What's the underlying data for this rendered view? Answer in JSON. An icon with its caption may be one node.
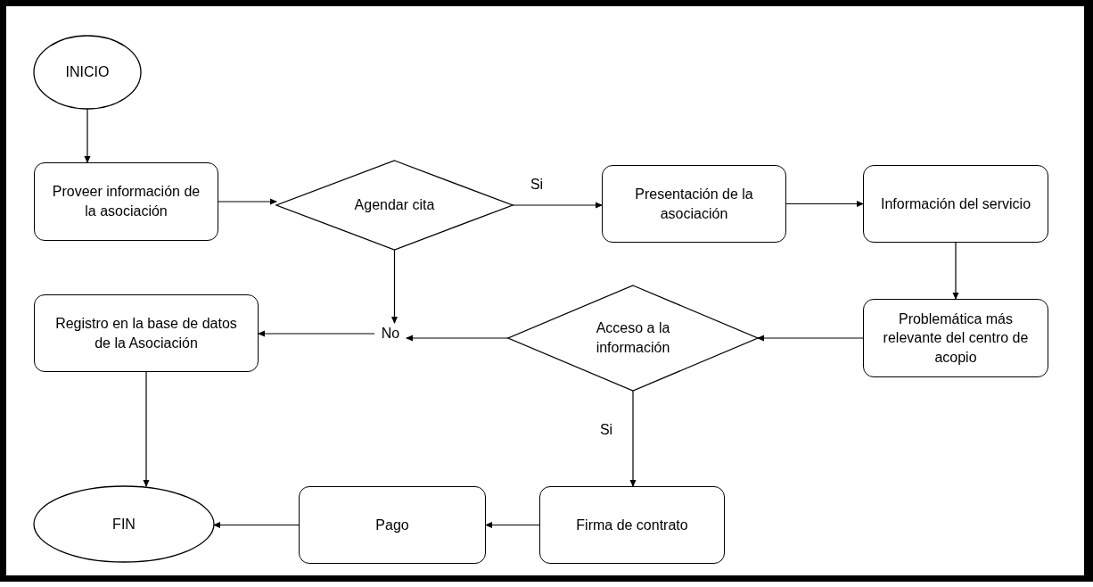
{
  "diagram": {
    "nodes": [
      {
        "text": [
          "INICIO"
        ]
      },
      {
        "text": [
          "Proveer información de la asociación"
        ]
      },
      {
        "text": [
          "Agendar cita"
        ]
      },
      {
        "text": [
          "Presentación de la asociación"
        ]
      },
      {
        "text": [
          "Información del servicio"
        ]
      },
      {
        "text": [
          "Registro en la base de datos de la Asociación"
        ]
      },
      {
        "text": [
          "No"
        ]
      },
      {
        "text": [
          "Acceso a la información"
        ]
      },
      {
        "text": [
          "Problemática más relevante del centro de acopio"
        ]
      },
      {
        "text": [
          "FIN"
        ]
      },
      {
        "text": [
          "Pago"
        ]
      },
      {
        "text": [
          "Firma de contrato"
        ]
      }
    ],
    "edges": [
      {
        "from": 0,
        "to": 1,
        "arrow": "to"
      },
      {
        "from": 1,
        "to": 2,
        "arrow": "to"
      },
      {
        "from": 2,
        "to": 3,
        "arrow": "to",
        "label": "Si"
      },
      {
        "from": 3,
        "to": 4,
        "arrow": "to"
      },
      {
        "from": 4,
        "to": 8,
        "arrow": "to"
      },
      {
        "from": 8,
        "to": 7,
        "arrow": "to"
      },
      {
        "from": 7,
        "to": 6,
        "arrow": "to"
      },
      {
        "from": 2,
        "to": 6,
        "arrow": "to"
      },
      {
        "from": 6,
        "to": 5,
        "arrow": "to"
      },
      {
        "from": 5,
        "to": 9,
        "arrow": "to"
      },
      {
        "from": 7,
        "to": 11,
        "arrow": "to",
        "label": "Si"
      },
      {
        "from": 11,
        "to": 10,
        "arrow": "to"
      },
      {
        "from": 10,
        "to": 9,
        "arrow": "to"
      }
    ]
  }
}
